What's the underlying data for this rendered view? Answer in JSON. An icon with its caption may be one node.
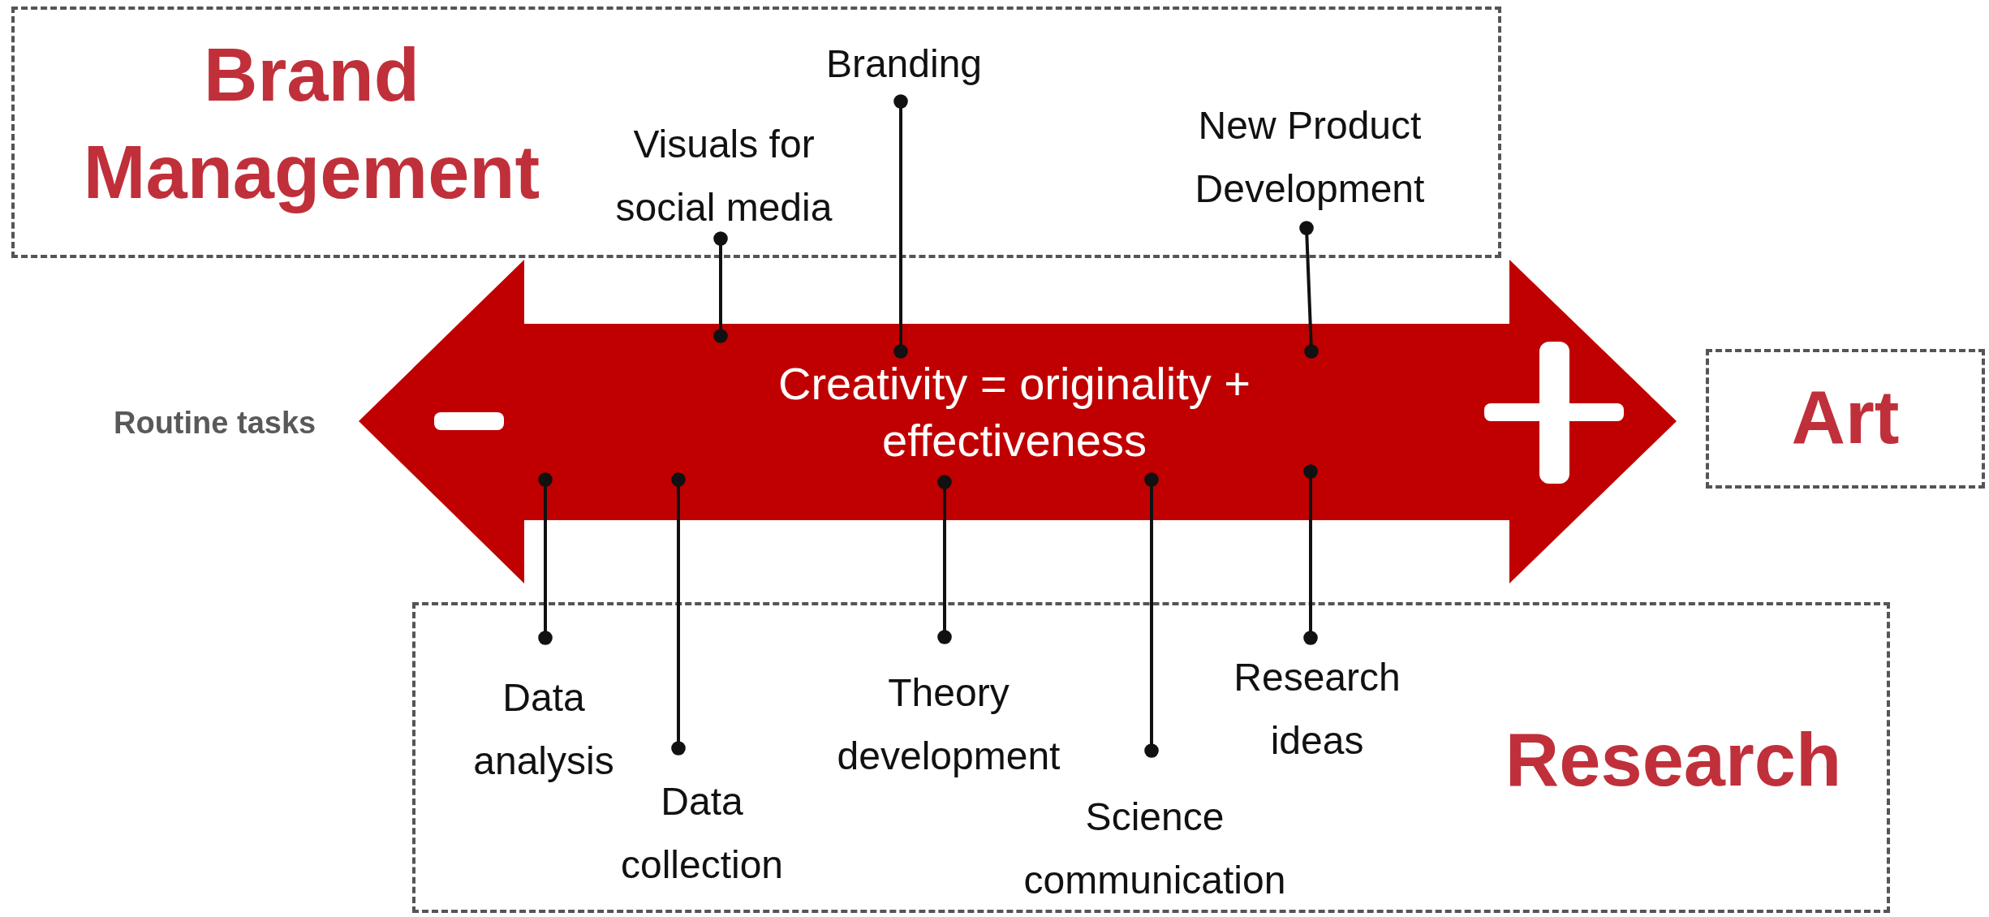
{
  "diagram": {
    "nodes": [
      {
        "text": [
          "Brand Management"
        ]
      },
      {
        "text": [
          "Visuals for social media"
        ],
        "in": 0
      },
      {
        "text": [
          "Branding"
        ],
        "in": 0
      },
      {
        "text": [
          "New Product Development"
        ],
        "in": 0
      },
      {
        "text": [
          "Creativity = originality + effectiveness"
        ]
      },
      {
        "text": [
          "Art"
        ]
      },
      {
        "text": [
          "Research"
        ]
      },
      {
        "text": [
          "Data analysis"
        ],
        "in": 6
      },
      {
        "text": [
          "Data collection"
        ],
        "in": 6
      },
      {
        "text": [
          "Theory development"
        ],
        "in": 6
      },
      {
        "text": [
          "Science communication"
        ],
        "in": 6
      },
      {
        "text": [
          "Research ideas"
        ],
        "in": 6
      }
    ],
    "edges": [
      {
        "from": 1,
        "to": 4,
        "arrow": "other"
      },
      {
        "from": 2,
        "to": 4,
        "arrow": "other"
      },
      {
        "from": 3,
        "to": 4,
        "arrow": "other"
      },
      {
        "from": 7,
        "to": 4,
        "arrow": "other"
      },
      {
        "from": 8,
        "to": 4,
        "arrow": "other"
      },
      {
        "from": 9,
        "to": 4,
        "arrow": "other"
      },
      {
        "from": 10,
        "to": 4,
        "arrow": "other"
      },
      {
        "from": 11,
        "to": 4,
        "arrow": "other"
      }
    ],
    "labels": [
      "Routine tasks"
    ]
  }
}
